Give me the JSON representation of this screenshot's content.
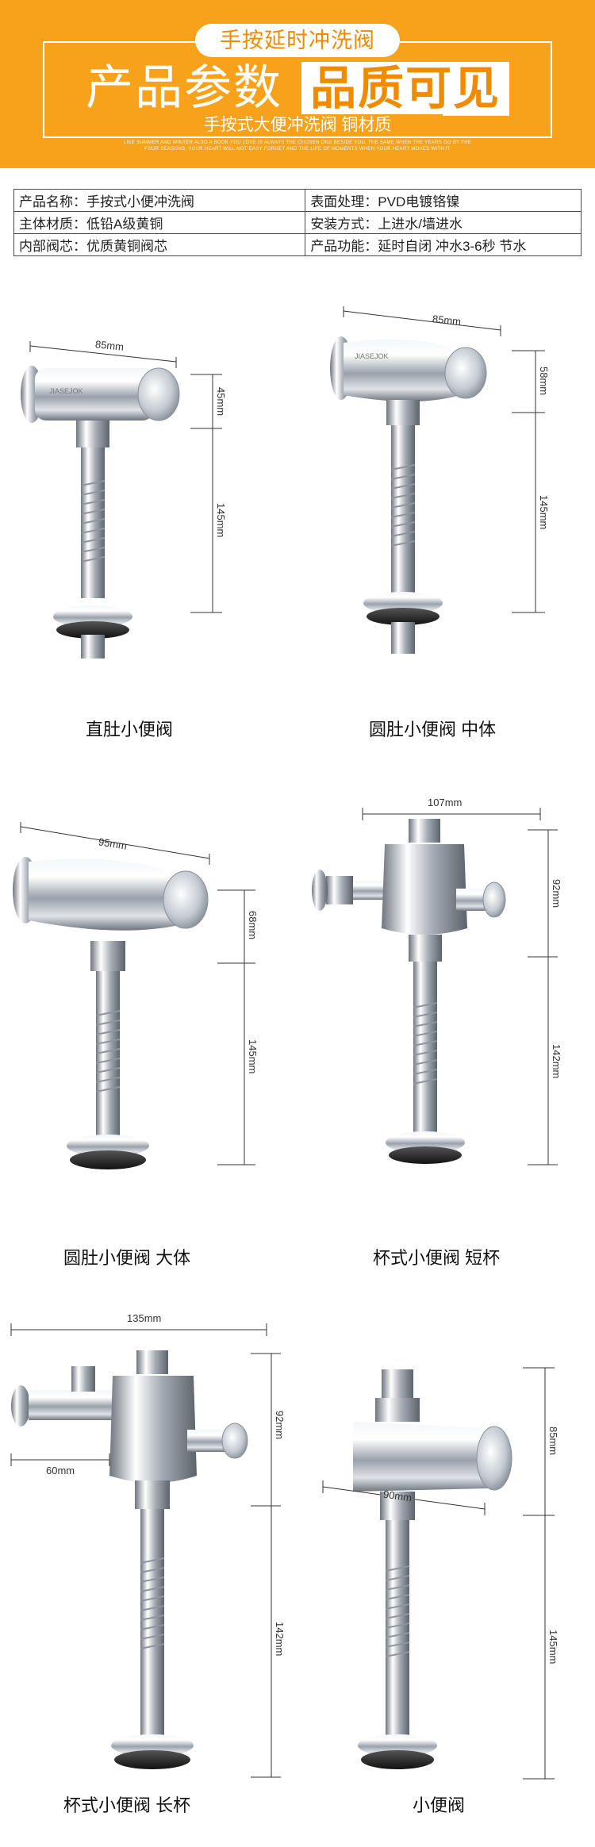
{
  "banner": {
    "badge": "手按延时冲洗阀",
    "title_light": "产品参数",
    "title_bold": "品质可见",
    "subtitle": "手按式大便冲洗阀  铜材质",
    "fine_print": "LIKE SUMMER AND WINTER ALSO A BOOK YOU LOVE IS ALWAYS THE CHOSEN ONE BESIDE YOU, THE SAME WHEN THE YEARS GO BY THE FOUR SEASONS, YOUR HEART WILL NOT EASY FORGET AND THE LIFE OF MOMENTS WHEN YOUR HEART MOVES WITH IT"
  },
  "spec": [
    [
      "产品名称：手按式小便冲洗阀",
      "表面处理：PVD电镀铬镍"
    ],
    [
      "主体材质：低铅A级黄铜",
      "安装方式：上进水/墙进水"
    ],
    [
      "内部阀芯：优质黄铜阀芯",
      "产品功能：延时自闭 冲水3-6秒 节水"
    ]
  ],
  "products": [
    {
      "caption": "直肚小便阀",
      "width": "85mm",
      "head": "45mm",
      "pipe": "145mm"
    },
    {
      "caption": "圆肚小便阀 中体",
      "width": "85mm",
      "head": "58mm",
      "pipe": "145mm"
    },
    {
      "caption": "圆肚小便阀 大体",
      "width": "95mm",
      "head": "68mm",
      "pipe": "145mm"
    },
    {
      "caption": "杯式小便阀  短杯",
      "width": "107mm",
      "head": "92mm",
      "pipe": "142mm"
    },
    {
      "caption": "杯式小便阀  长杯",
      "width": "135mm",
      "inlet": "60mm",
      "head": "92mm",
      "pipe": "142mm"
    },
    {
      "caption": "小便阀",
      "width": "90mm",
      "head": "85mm",
      "pipe": "145mm"
    }
  ],
  "colors": {
    "banner": "#f7a21a",
    "accent": "#f08b00",
    "chrome": "#c9ced6"
  }
}
